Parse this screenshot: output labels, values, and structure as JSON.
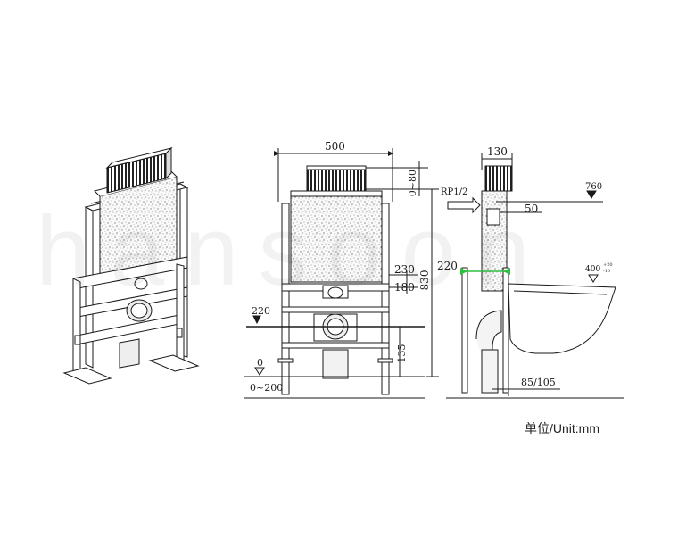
{
  "watermark": "hansoon",
  "unit_label": "单位/Unit:mm",
  "front_view": {
    "width": "500",
    "tank_offset": "0~80",
    "height": "830",
    "dim_230": "230",
    "dim_180": "180",
    "dim_135": "135",
    "level_220": "220",
    "level_0": "0",
    "floor_range": "0~200"
  },
  "side_view": {
    "depth": "130",
    "inlet": "RP1/2",
    "level_760": "760",
    "dim_50": "50",
    "dim_220": "220",
    "dim_400": "400",
    "dim_400_tol_upper": "+20",
    "dim_400_tol_lower": "-10",
    "dim_85_105": "85/105"
  },
  "colors": {
    "line": "#1a1a1a",
    "accent": "#2fbf3f",
    "panel": "#f4f4f4"
  }
}
